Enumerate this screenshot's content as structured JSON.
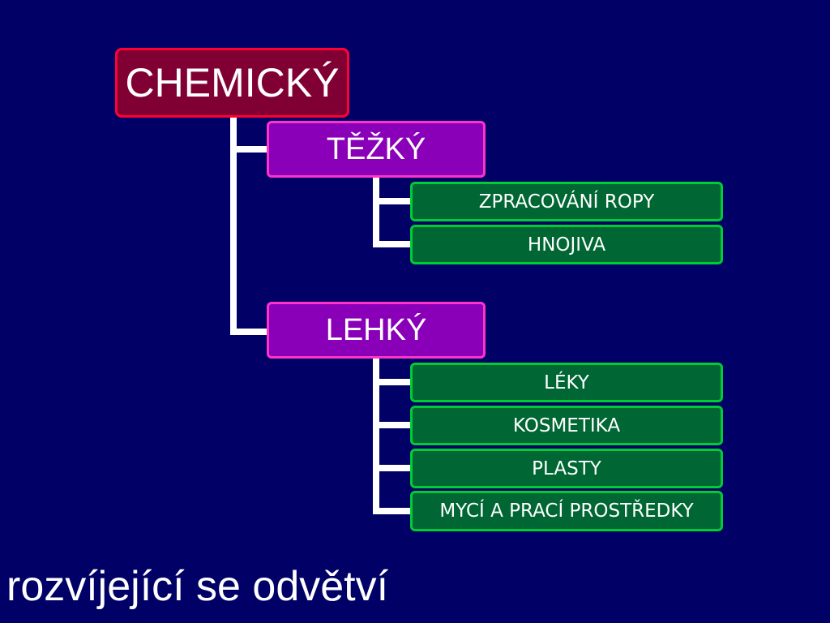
{
  "diagram": {
    "root": {
      "label": "CHEMICKÝ"
    },
    "branches": [
      {
        "label": "TĚŽKÝ",
        "children": [
          "ZPRACOVÁNÍ ROPY",
          "HNOJIVA"
        ]
      },
      {
        "label": "LEHKÝ",
        "children": [
          "LÉKY",
          "KOSMETIKA",
          "PLASTY",
          "MYCÍ A PRACÍ PROSTŘEDKY"
        ]
      }
    ]
  },
  "footer": {
    "text": "rozvíjející se odvětví"
  },
  "colors": {
    "background": "#000066",
    "root_fill": "#800033",
    "root_border": "#ff0033",
    "branch_fill": "#8a00b8",
    "branch_border": "#ff33cc",
    "leaf_fill": "#006633",
    "leaf_border": "#00cc33",
    "connector": "#ffffff"
  }
}
